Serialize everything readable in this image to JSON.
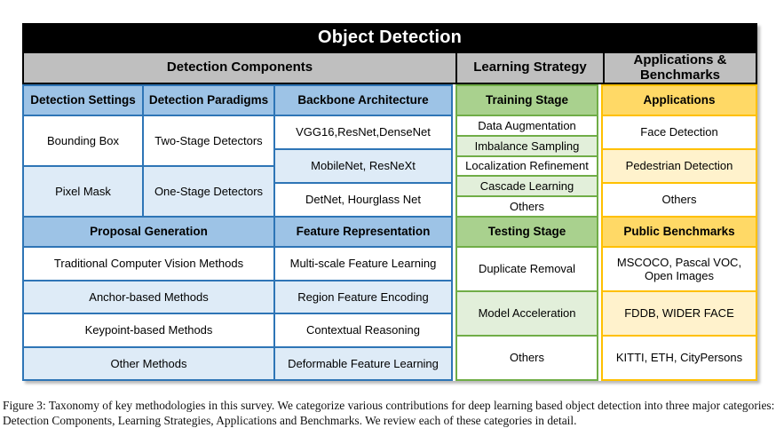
{
  "title": "Object Detection",
  "colors": {
    "title_bg": "#000000",
    "header_gray": "#BFBFBF",
    "blue_header": "#9DC3E6",
    "blue_light": "#DEEBF7",
    "blue_border": "#2E75B6",
    "green_header": "#A9D18E",
    "green_light": "#E2EFDA",
    "green_border": "#70AD47",
    "yellow_header": "#FFD966",
    "yellow_light": "#FFF2CC",
    "yellow_border": "#FFC000"
  },
  "detection_components": {
    "label": "Detection Components",
    "headers1": [
      "Detection Settings",
      "Detection Paradigms",
      "Backbone Architecture"
    ],
    "settings": [
      "Bounding Box",
      "Pixel Mask"
    ],
    "paradigms": [
      "Two-Stage Detectors",
      "One-Stage Detectors"
    ],
    "backbones": [
      "VGG16,ResNet,DenseNet",
      "MobileNet, ResNeXt",
      "DetNet, Hourglass Net"
    ],
    "headers2": [
      "Proposal Generation",
      "Feature Representation"
    ],
    "proposal_methods": [
      "Traditional Computer Vision Methods",
      "Anchor-based Methods",
      "Keypoint-based Methods",
      "Other Methods"
    ],
    "feature_methods": [
      "Multi-scale Feature Learning",
      "Region Feature Encoding",
      "Contextual Reasoning",
      "Deformable Feature Learning"
    ]
  },
  "learning_strategy": {
    "label": "Learning Strategy",
    "training_header": "Training Stage",
    "training_items": [
      "Data Augmentation",
      "Imbalance Sampling",
      "Localization Refinement",
      "Cascade Learning",
      "Others"
    ],
    "testing_header": "Testing Stage",
    "testing_items": [
      "Duplicate Removal",
      "Model Acceleration",
      "Others"
    ]
  },
  "applications_benchmarks": {
    "label": "Applications & Benchmarks",
    "applications_header": "Applications",
    "applications_items": [
      "Face Detection",
      "Pedestrian Detection",
      "Others"
    ],
    "benchmarks_header": "Public Benchmarks",
    "benchmarks_items": [
      "MSCOCO, Pascal VOC, Open Images",
      "FDDB, WIDER FACE",
      "KITTI, ETH, CityPersons"
    ]
  },
  "caption": {
    "line1": "Figure 3: Taxonomy of key methodologies in this survey. We categorize various contributions for deep learning based object detection into three major categories:",
    "line2": "Detection Components, Learning Strategies, Applications and Benchmarks. We review each of these categories in detail."
  }
}
